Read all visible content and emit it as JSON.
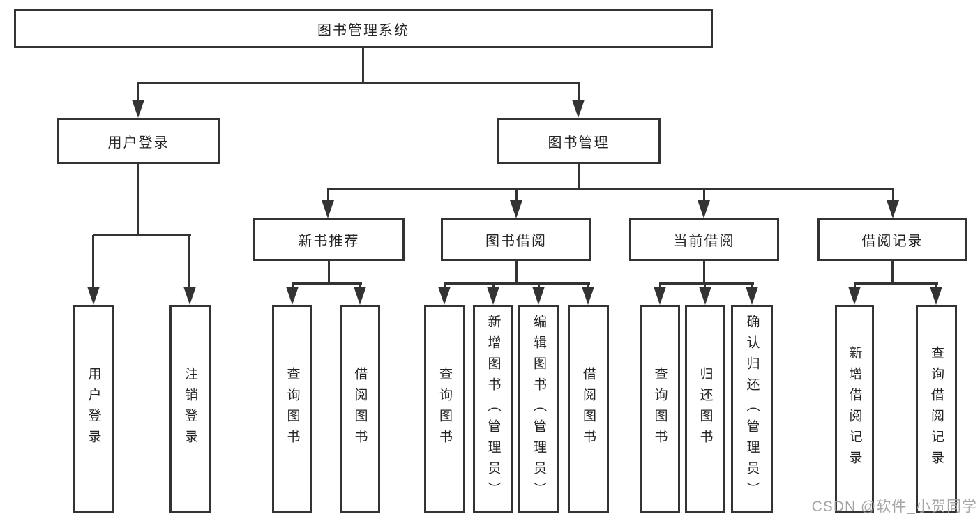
{
  "diagram": {
    "title": "图书管理系统",
    "colors": {
      "line": "#333333",
      "box_border": "#333333",
      "text": "#242424",
      "watermark": "#9e9e9e",
      "background": "#ffffff"
    },
    "nodes": {
      "root": "图书管理系统",
      "user_login": "用户登录",
      "book_mgmt": "图书管理",
      "new_book_rec": "新书推荐",
      "book_borrow": "图书借阅",
      "current_borrow": "当前借阅",
      "borrow_records": "借阅记录",
      "leaf_user_login": "用户登录",
      "leaf_logout": "注销登录",
      "leaf_rec_query": "查询图书",
      "leaf_rec_borrow": "借阅图书",
      "leaf_bb_query": "查询图书",
      "leaf_bb_add": "新增图书（管理员）",
      "leaf_bb_edit": "编辑图书（管理员）",
      "leaf_bb_borrow": "借阅图书",
      "leaf_cb_query": "查询图书",
      "leaf_cb_return": "归还图书",
      "leaf_cb_confirm": "确认归还（管理员）",
      "leaf_br_add": "新增借阅记录",
      "leaf_br_query": "查询借阅记录"
    }
  },
  "watermark": "CSDN @软件_小贺同学"
}
